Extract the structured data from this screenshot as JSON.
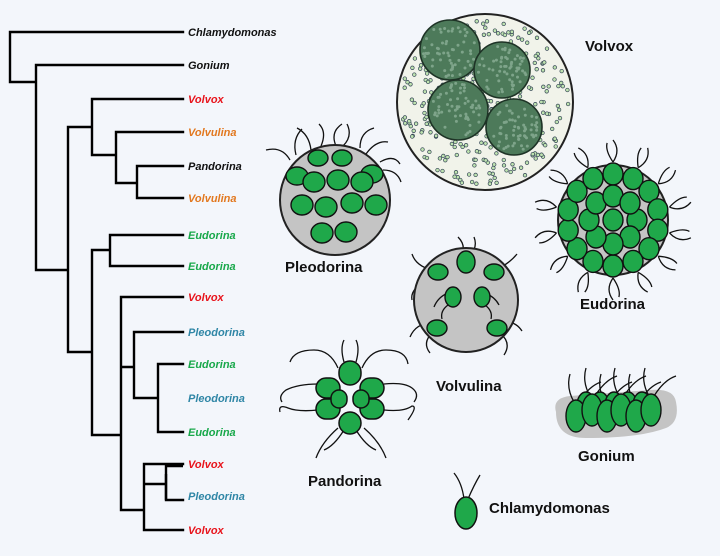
{
  "colors": {
    "black": "#111111",
    "red": "#e8131b",
    "orange": "#e2781f",
    "green": "#18a84a",
    "teal": "#2f86a6",
    "cell_fill": "#1fa84a",
    "matrix_fill": "#c4c4c4",
    "volvox_fill": "#f1f3ea"
  },
  "tree": {
    "leaves": [
      {
        "name": "Chlamydomonas",
        "color": "black"
      },
      {
        "name": "Gonium",
        "color": "black"
      },
      {
        "name": "Volvox",
        "color": "red"
      },
      {
        "name": "Volvulina",
        "color": "orange"
      },
      {
        "name": "Pandorina",
        "color": "black"
      },
      {
        "name": "Volvulina",
        "color": "orange"
      },
      {
        "name": "Eudorina",
        "color": "green"
      },
      {
        "name": "Eudorina",
        "color": "green"
      },
      {
        "name": "Volvox",
        "color": "red"
      },
      {
        "name": "Pleodorina",
        "color": "teal"
      },
      {
        "name": "Eudorina",
        "color": "green"
      },
      {
        "name": "Pleodorina",
        "color": "teal"
      },
      {
        "name": "Eudorina",
        "color": "green"
      },
      {
        "name": "Volvox",
        "color": "red"
      },
      {
        "name": "Pleodorina",
        "color": "teal"
      },
      {
        "name": "Volvox",
        "color": "red"
      }
    ]
  },
  "organisms": {
    "volvox": "Volvox",
    "pleodorina": "Pleodorina",
    "eudorina": "Eudorina",
    "volvulina": "Volvulina",
    "pandorina": "Pandorina",
    "gonium": "Gonium",
    "chlamydomonas": "Chlamydomonas"
  }
}
